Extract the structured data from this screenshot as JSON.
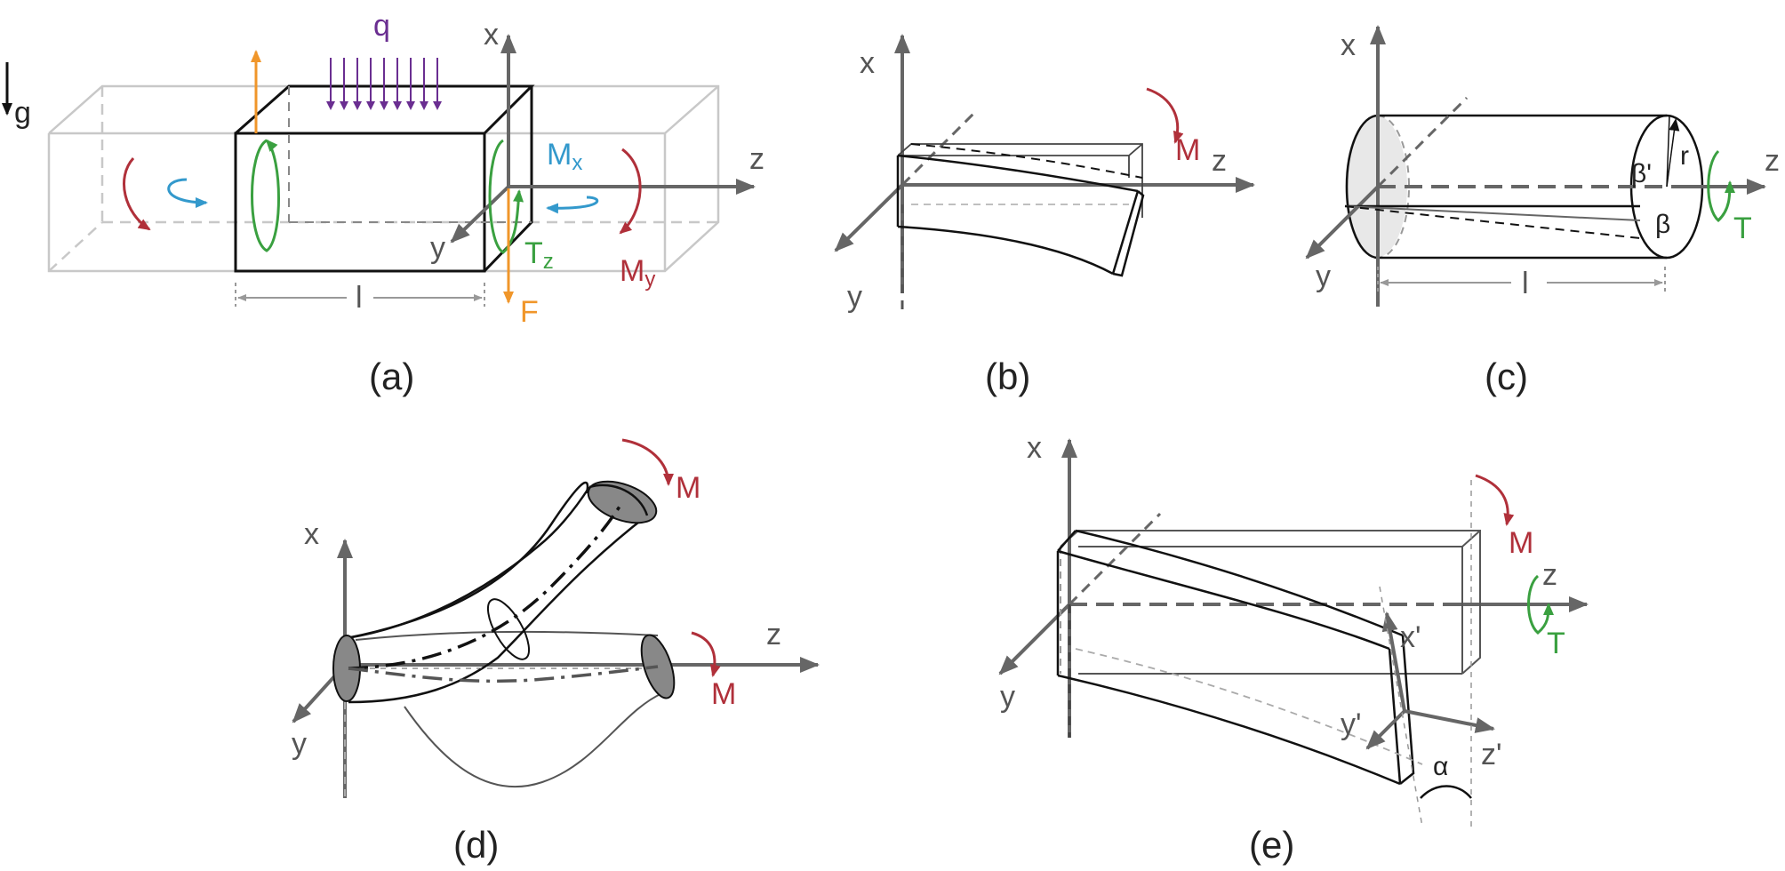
{
  "panels": {
    "a": {
      "caption": "(a)",
      "labels": {
        "q": "q",
        "g": "g",
        "x": "x",
        "y": "y",
        "z": "z",
        "Mx": "M",
        "Mx_sub": "x",
        "Tz": "T",
        "Tz_sub": "z",
        "My": "M",
        "My_sub": "y",
        "F": "F",
        "l": "l"
      }
    },
    "b": {
      "caption": "(b)",
      "labels": {
        "x": "x",
        "y": "y",
        "z": "z",
        "M": "M"
      }
    },
    "c": {
      "caption": "(c)",
      "labels": {
        "x": "x",
        "y": "y",
        "z": "z",
        "r": "r",
        "beta_prime": "β'",
        "beta": "β",
        "T": "T",
        "l": "l"
      }
    },
    "d": {
      "caption": "(d)",
      "labels": {
        "x": "x",
        "y": "y",
        "z": "z",
        "M_top": "M",
        "M_right": "M"
      }
    },
    "e": {
      "caption": "(e)",
      "labels": {
        "x": "x",
        "y": "y",
        "z": "z",
        "M": "M",
        "T": "T",
        "x_prime": "x'",
        "y_prime": "y'",
        "z_prime": "z'",
        "alpha": "α"
      }
    }
  },
  "colors": {
    "axis": "#666666",
    "moment": "#b0303a",
    "torque": "#3aa040",
    "mx": "#3399cc",
    "force": "#f0962a",
    "load": "#6a2e91",
    "ghost": "#c8c8c8"
  }
}
